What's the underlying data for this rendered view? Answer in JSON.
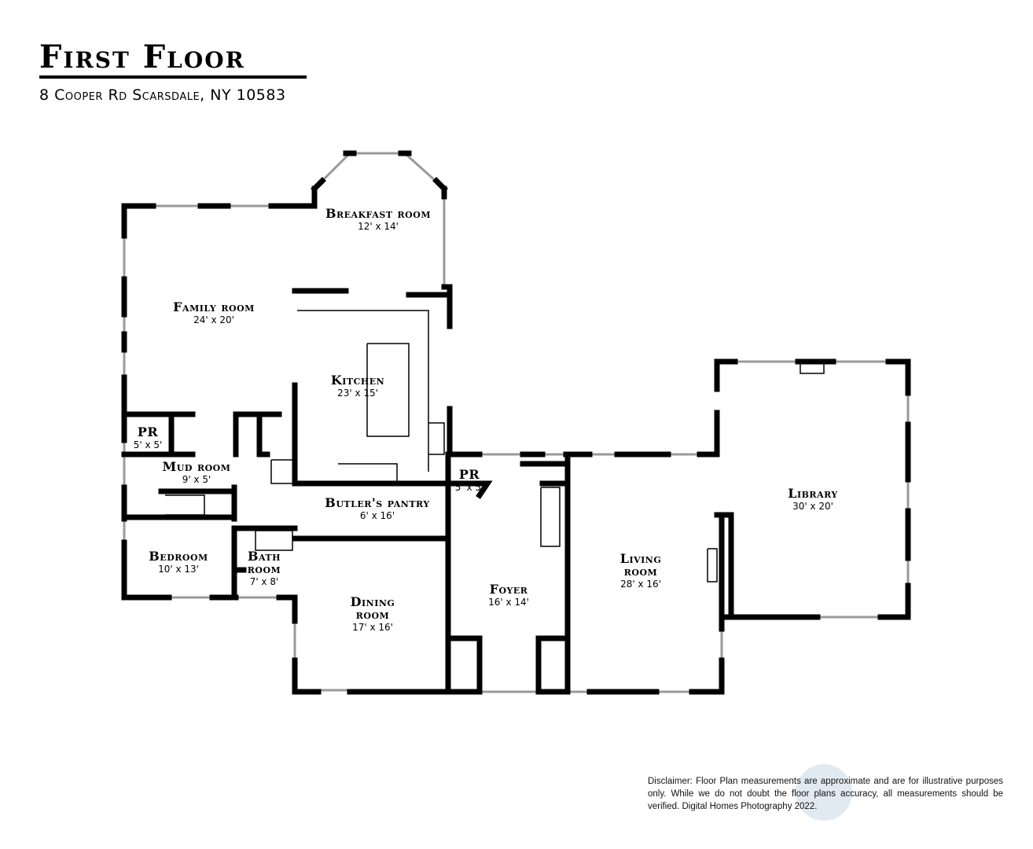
{
  "header": {
    "title": "First Floor",
    "address": "8 Cooper Rd Scarsdale, NY 10583"
  },
  "rooms": [
    {
      "name": "Breakfast room",
      "dims": "12' x 14'"
    },
    {
      "name": "Family room",
      "dims": "24' x 20'"
    },
    {
      "name": "Kitchen",
      "dims": "23' x 15'"
    },
    {
      "name": "PR",
      "dims": "5' x 5'"
    },
    {
      "name": "Mud room",
      "dims": "9' x 5'"
    },
    {
      "name": "PR",
      "dims": "5' x 5'"
    },
    {
      "name": "Butler's pantry",
      "dims": "6' x 16'"
    },
    {
      "name": "Bedroom",
      "dims": "10' x 13'"
    },
    {
      "name": "Bath room",
      "dims": "7' x 8'"
    },
    {
      "name": "Dining room",
      "dims": "17' x 16'"
    },
    {
      "name": "Foyer",
      "dims": "16' x 14'"
    },
    {
      "name": "Living room",
      "dims": "28' x 16'"
    },
    {
      "name": "Library",
      "dims": "30' x 20'"
    }
  ],
  "disclaimer": "Disclaimer: Floor Plan measurements are approximate and are for illustrative purposes only. While we do not doubt the floor plans accuracy, all measurements should be verified. Digital Homes Photography 2022.",
  "colors": {
    "wall": "#000000",
    "window": "#9a9a9a",
    "watermark": "#8caac8"
  }
}
